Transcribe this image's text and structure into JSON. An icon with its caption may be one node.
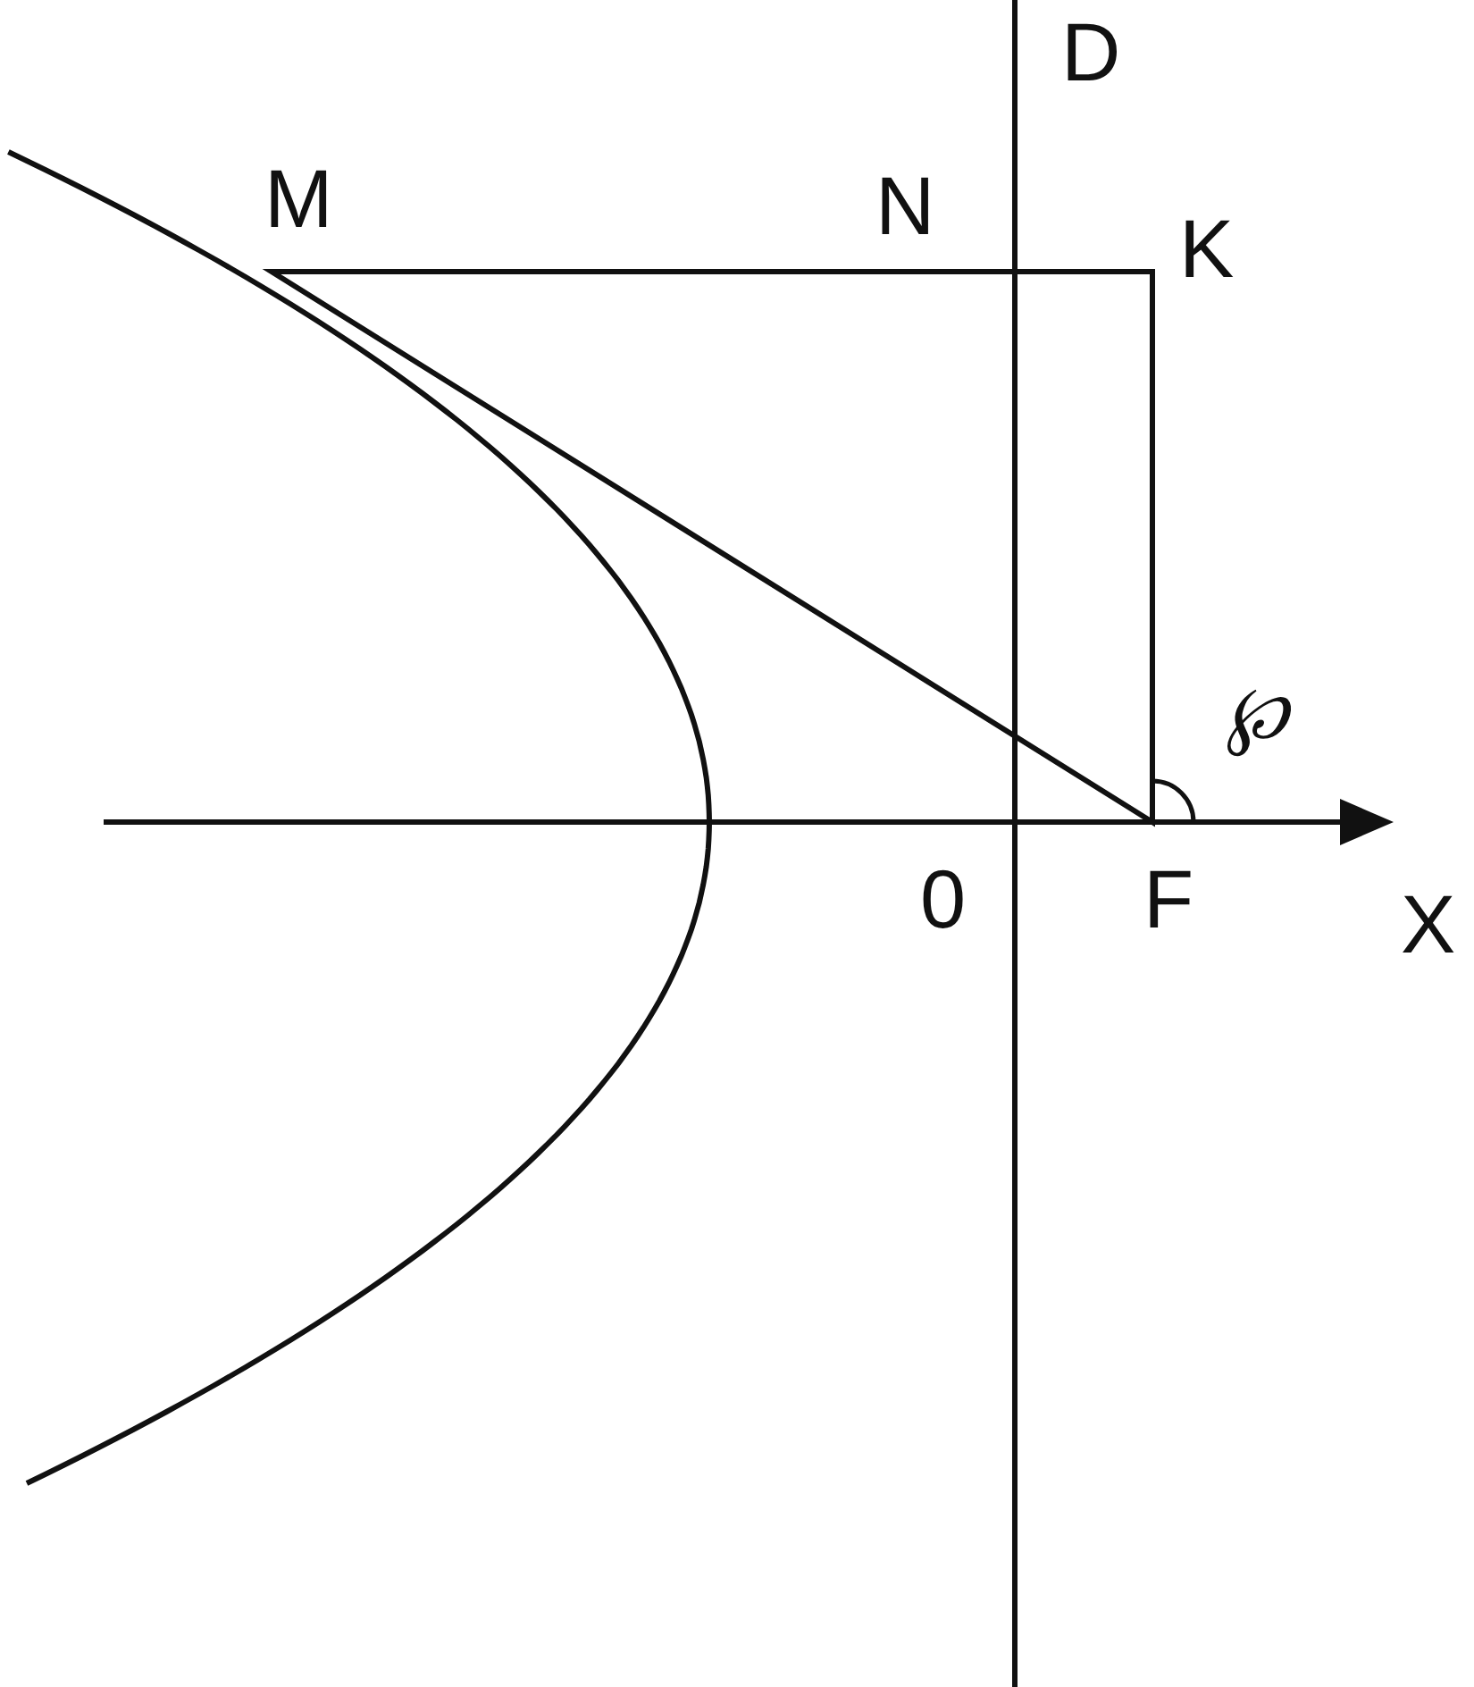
{
  "diagram": {
    "labels": [
      "D",
      "M",
      "N",
      "K",
      "℘",
      "0",
      "F",
      "X"
    ]
  }
}
